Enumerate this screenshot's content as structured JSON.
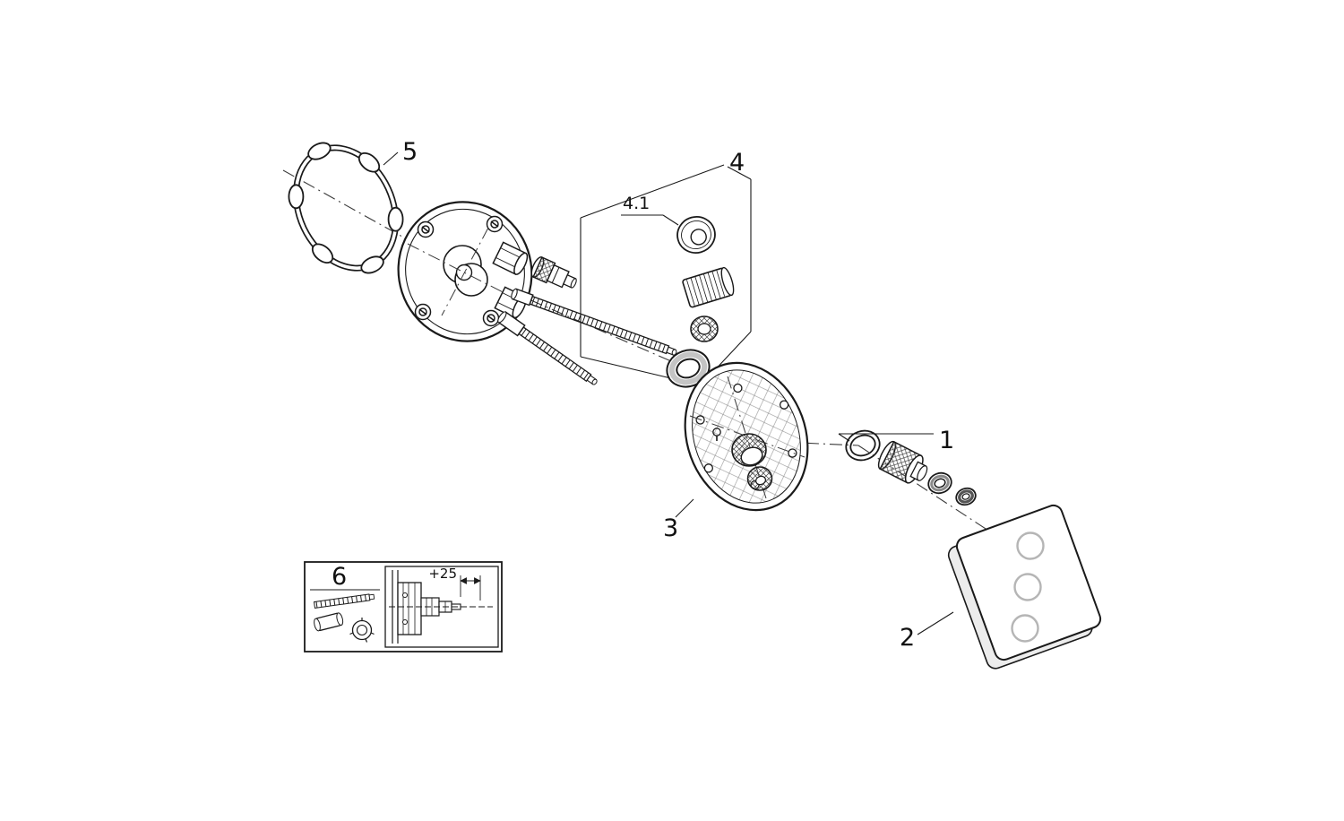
{
  "diagram": {
    "type": "exploded-parts-diagram",
    "background": "#ffffff",
    "line_color": "#1a1a1a",
    "axis_color": "#3a3a3a",
    "shade_color": "#c4c4c4",
    "labels": {
      "part1": "1",
      "part2": "2",
      "part3": "3",
      "part4": "4",
      "part4_1": "4.1",
      "part5": "5",
      "part6": "6"
    },
    "dimension": {
      "value": "+25"
    }
  }
}
